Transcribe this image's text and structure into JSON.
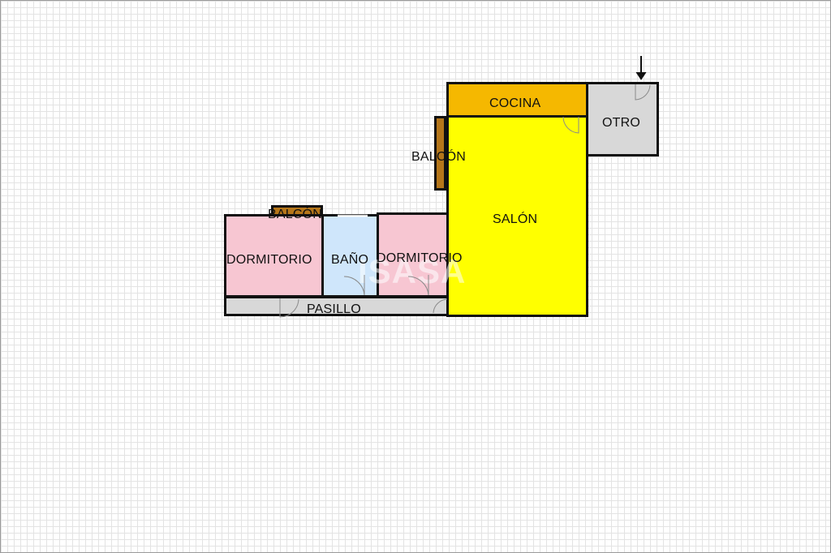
{
  "rooms": {
    "cocina": "COCINA",
    "otro": "OTRO",
    "balcon_right": "BALCÓN",
    "balcon_left": "BALCÓN",
    "salon": "SALÓN",
    "dormitorio_1": "DORMITORIO",
    "bano": "BAÑO",
    "dormitorio_2": "DORMITORIO",
    "pasillo": "PASILLO"
  },
  "watermark": "ISASA",
  "colors": {
    "cocina": "#f5b800",
    "otro": "#d8d8d8",
    "balcon": "#b5761a",
    "salon": "#ffff00",
    "dormitorio": "#f7c6d2",
    "bano": "#cfe6fb",
    "pasillo": "#d8d8d8"
  },
  "icons": [
    "entrance-arrow-icon"
  ]
}
